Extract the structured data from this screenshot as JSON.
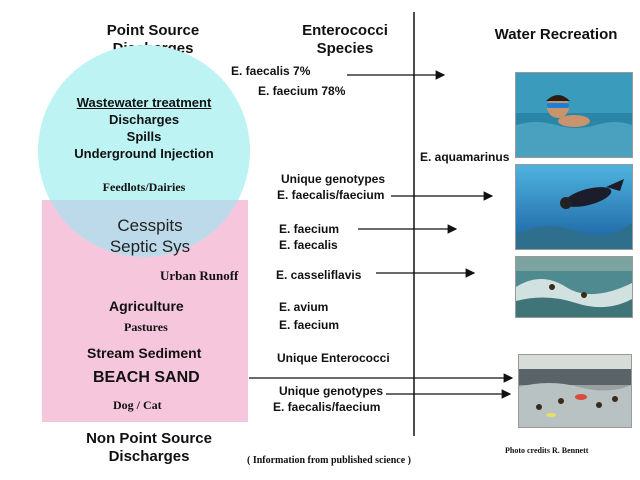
{
  "headers": {
    "point_source": "Point Source Discharges",
    "enterococci": "Enterococci Species",
    "water_recreation": "Water Recreation",
    "non_point_source": "Non Point Source Discharges"
  },
  "point_sources": {
    "wastewater": "Wastewater treatment",
    "discharges": "Discharges",
    "spills": "Spills",
    "injection": "Underground Injection",
    "feedlots": "Feedlots/Dairies"
  },
  "shared_sources": {
    "cesspits": "Cesspits",
    "septic": "Septic Sys",
    "urban_runoff": "Urban Runoff"
  },
  "non_point_sources": {
    "agriculture": "Agriculture",
    "pastures": "Pastures",
    "stream_sediment": "Stream Sediment",
    "beach_sand": "BEACH SAND",
    "dog_cat": "Dog / Cat"
  },
  "species": {
    "faecalis_7": "E. faecalis 7%",
    "faecium_78": "E. faecium 78%",
    "aquamarinus": "E. aquamarinus",
    "unique_genotypes_1": "Unique genotypes",
    "faecalis_faecium_1": "E. faecalis/faecium",
    "faecium": "E. faecium",
    "faecalis": "E. faecalis",
    "casseliflavis": "E. casseliflavis",
    "avium": "E. avium",
    "faecium_2": "E. faecium",
    "unique_enterococci": "Unique Enterococci",
    "unique_genotypes_2": "Unique genotypes",
    "faecalis_faecium_2": "E. faecalis/faecium"
  },
  "footer": {
    "info": "( Information from  published science )",
    "credits": "Photo credits  R. Bennett"
  },
  "colors": {
    "point_circle": "#bdf3f3",
    "overlap": "#bddaea",
    "non_point_box": "#f6c6dd"
  }
}
